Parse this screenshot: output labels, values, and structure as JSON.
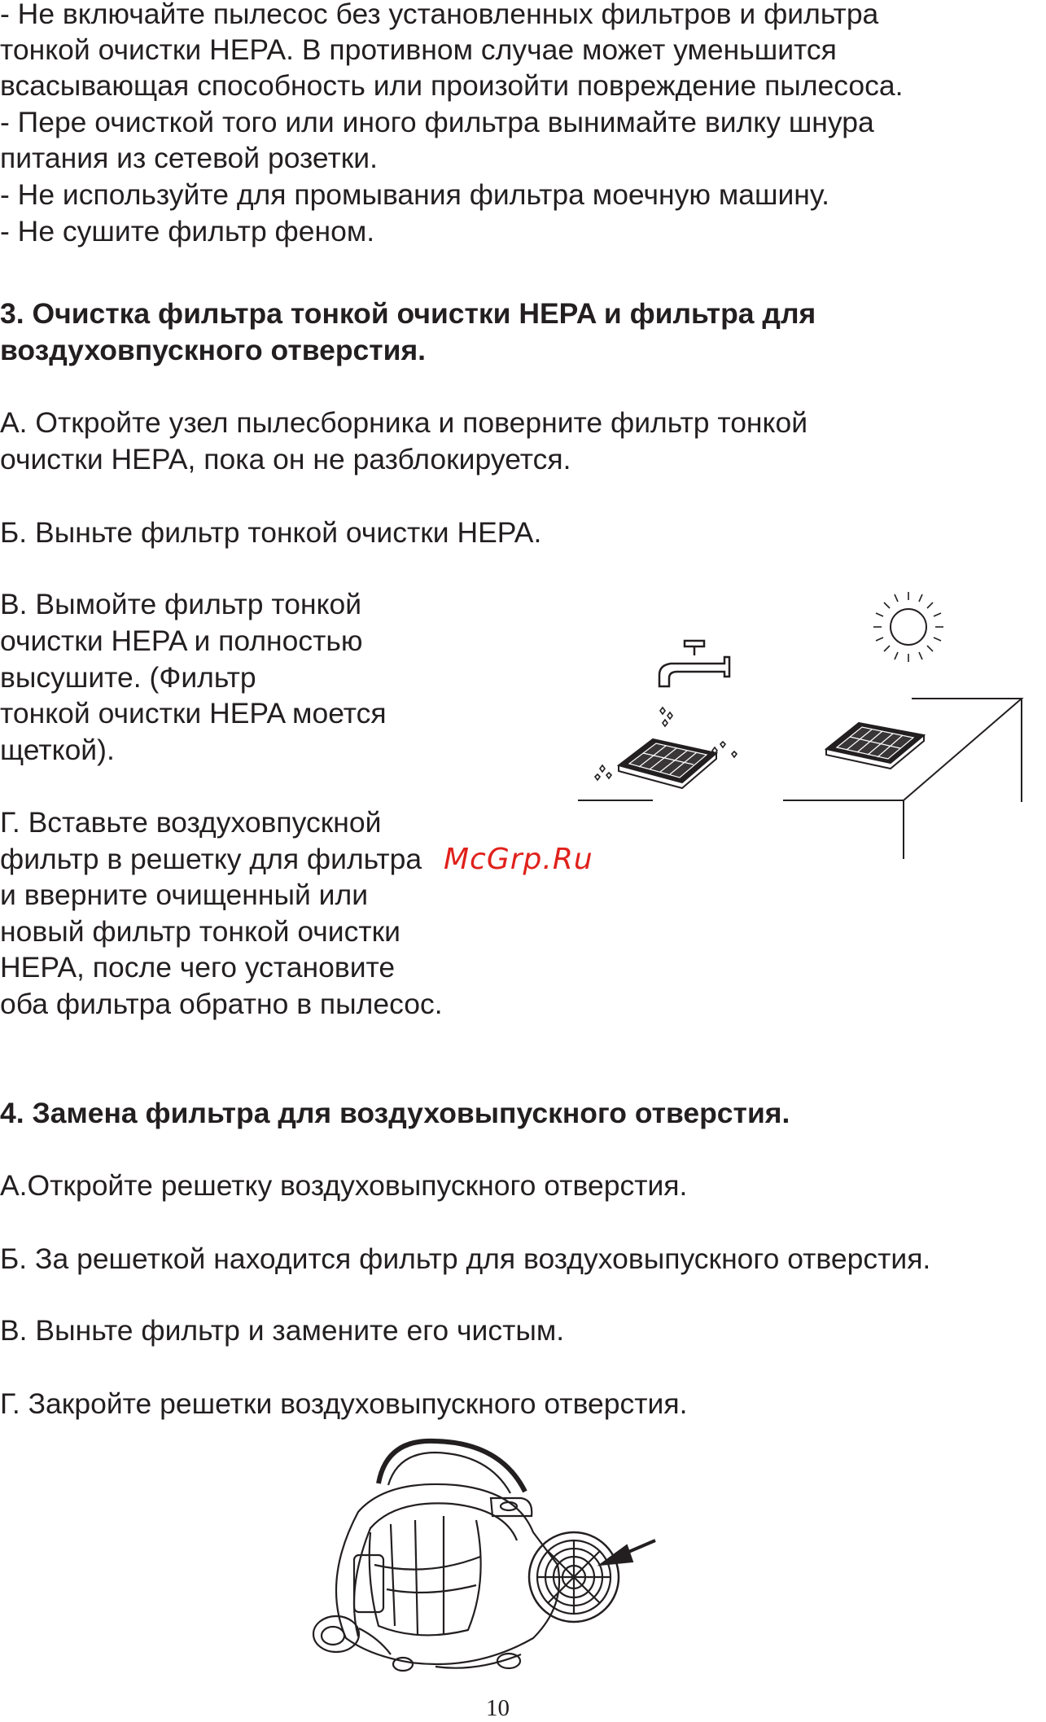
{
  "page": {
    "intro_lines": [
      "- Не включайте пылесос без установленных фильтров и фильтра",
      "тонкой очистки HEPA. В противном случае может уменьшится",
      "всасывающая способность или произойти повреждение пылесоса.",
      "- Пере очисткой того или иного фильтра вынимайте вилку шнура",
      "питания из сетевой розетки.",
      "- Не используйте для промывания фильтра моечную машину.",
      "- Не сушите фильтр феном."
    ],
    "section3": {
      "title_lines": [
        "3. Очистка фильтра тонкой очистки HEPA и фильтра  для",
        "воздуховпускного отверстия."
      ],
      "step_a_lines": [
        "А. Откройте узел пылесборника и поверните фильтр тонкой",
        "очистки HEPA, пока он не разблокируется."
      ],
      "step_b": "Б. Выньте фильтр тонкой очистки HEPA.",
      "step_c_lines": [
        "В. Вымойте фильтр тонкой",
        "очистки HEPA и полностью",
        "высушите. (Фильтр",
        "тонкой очистки HEPA моется",
        "щеткой)."
      ],
      "step_d_lines": [
        "Г. Вставьте воздуховпускной",
        "фильтр в решетку для фильтра",
        "и вверните очищенный или",
        "новый фильтр тонкой очистки",
        "HEPA, после чего установите",
        "оба фильтра обратно в пылесос."
      ]
    },
    "section4": {
      "title": "4. Замена фильтра для воздуховыпускного отверстия.",
      "steps": [
        "А.Откройте решетку воздуховыпускного отверстия.",
        "Б. За решеткой находится фильтр для воздуховыпускного отверстия.",
        "В. Выньте фильтр и замените его чистым.",
        "Г. Закройте решетки воздуховыпускного отверстия."
      ]
    },
    "watermark": "McGrp.Ru",
    "page_number": "10"
  }
}
